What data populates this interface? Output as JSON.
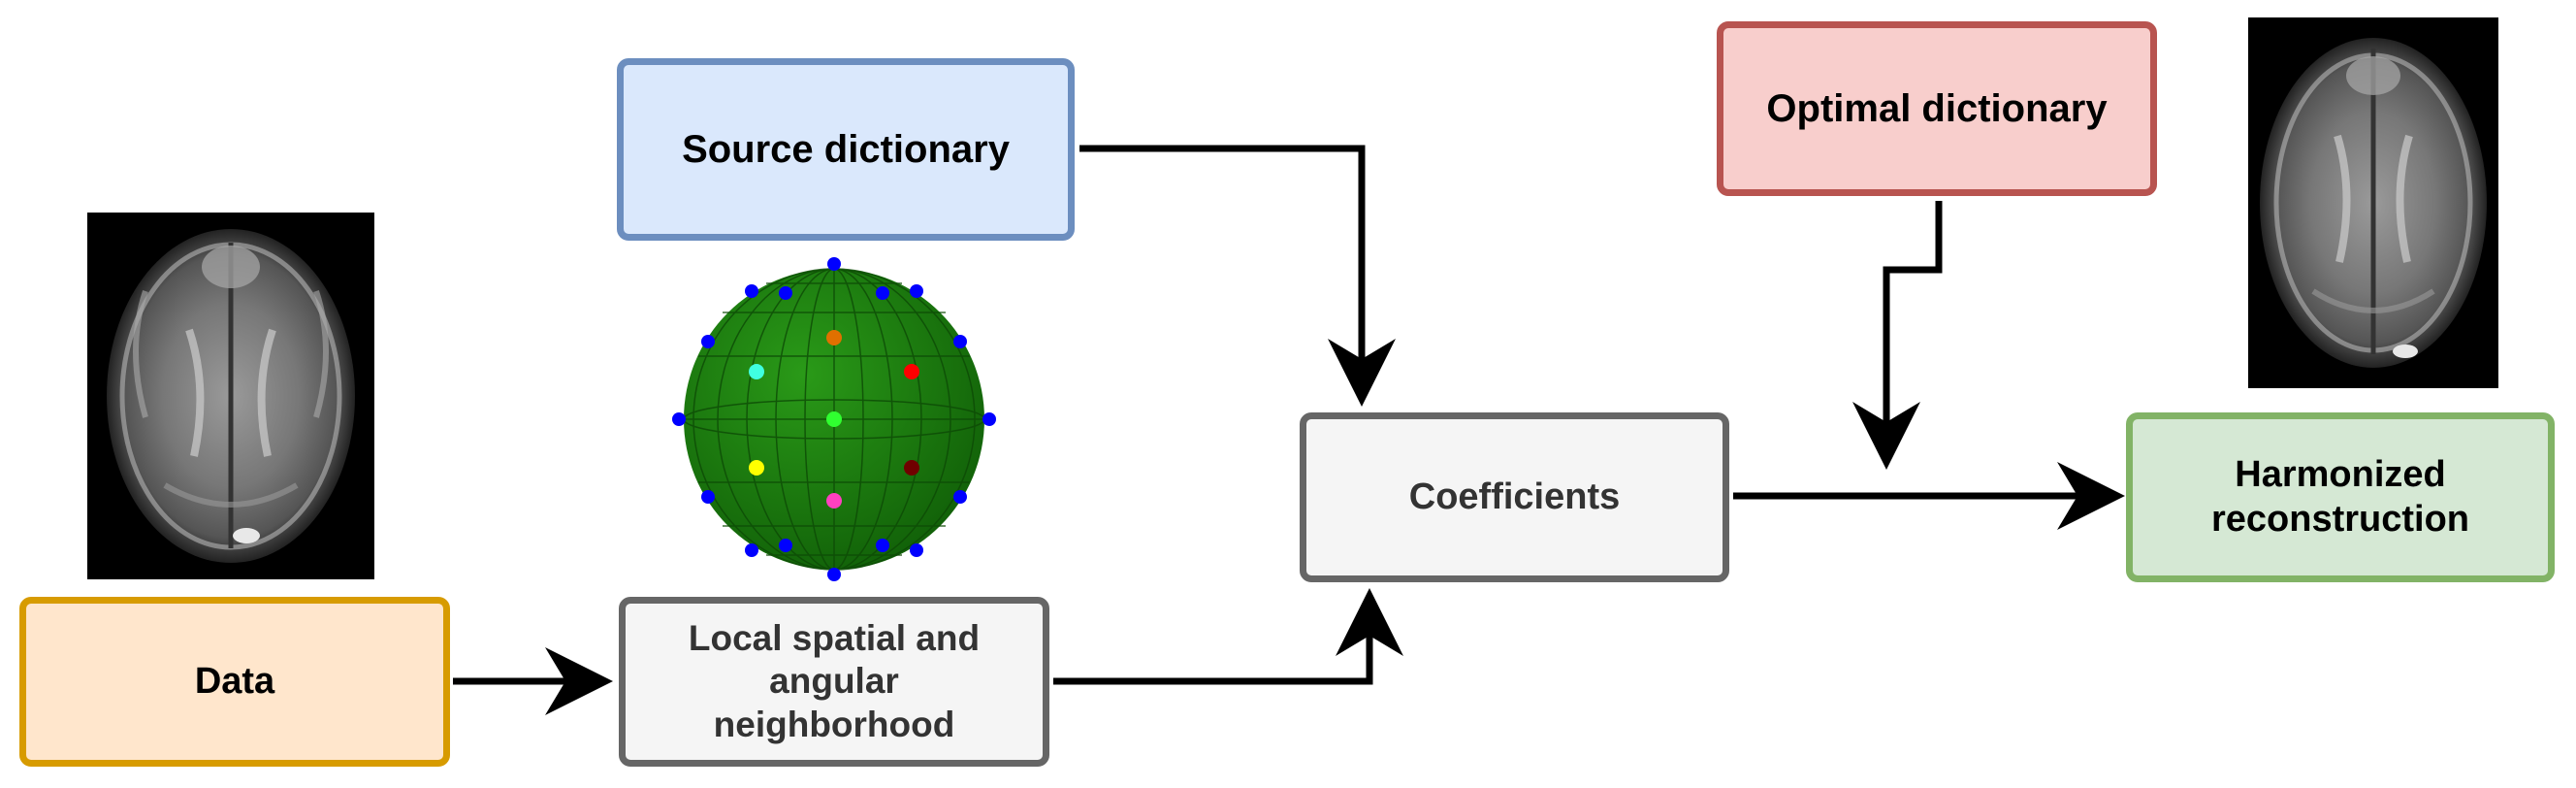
{
  "nodes": {
    "source_dictionary": "Source dictionary",
    "optimal_dictionary": "Optimal dictionary",
    "coefficients": "Coefficients",
    "data": "Data",
    "neighborhood": "Local spatial and\nangular\nneighborhood",
    "harmonized": "Harmonized\nreconstruction"
  },
  "colors": {
    "source_fill": "#dae8fc",
    "source_border": "#6c8ebf",
    "optimal_fill": "#f8cecc",
    "optimal_border": "#b85450",
    "data_fill": "#ffe6cc",
    "data_border": "#d79b00",
    "harmonized_fill": "#d5e8d4",
    "harmonized_border": "#82b366",
    "gray_fill": "#f5f5f5",
    "gray_border": "#666666",
    "sphere": "#1e8010",
    "arrow": "#000000"
  },
  "images": [
    {
      "name": "input-brain-slice",
      "type": "grayscale-brain-mri"
    },
    {
      "name": "harmonized-brain-slice",
      "type": "grayscale-brain-mri"
    }
  ],
  "sphere_points": {
    "outer_color": "#0000ff",
    "inner": [
      {
        "color": "#e07000"
      },
      {
        "color": "#40ffe0"
      },
      {
        "color": "#ff0000"
      },
      {
        "color": "#30ff30"
      },
      {
        "color": "#ffff00"
      },
      {
        "color": "#700000"
      },
      {
        "color": "#ff40c0"
      }
    ]
  }
}
